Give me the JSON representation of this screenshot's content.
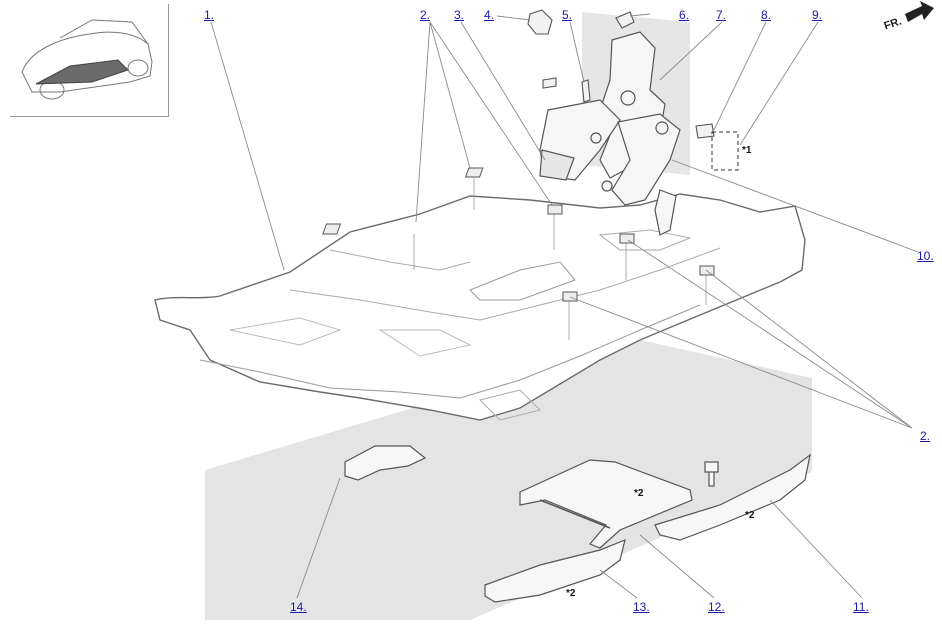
{
  "orientation_label": "FR.",
  "callouts": {
    "c1": "1.",
    "c2_top": "2.",
    "c2_right": "2.",
    "c3": "3.",
    "c4": "4.",
    "c5": "5.",
    "c6": "6.",
    "c7": "7.",
    "c8": "8.",
    "c9": "9.",
    "c10": "10.",
    "c11": "11.",
    "c12": "12.",
    "c13": "13.",
    "c14": "14."
  },
  "notes": {
    "n1": "*1",
    "n2_frame": "*2",
    "n2_rail": "*2",
    "n2_left": "*2"
  },
  "colors": {
    "callout": "#1a1aa8",
    "line": "#888888",
    "part_stroke": "#555555",
    "shade": "#e2e2e2"
  }
}
